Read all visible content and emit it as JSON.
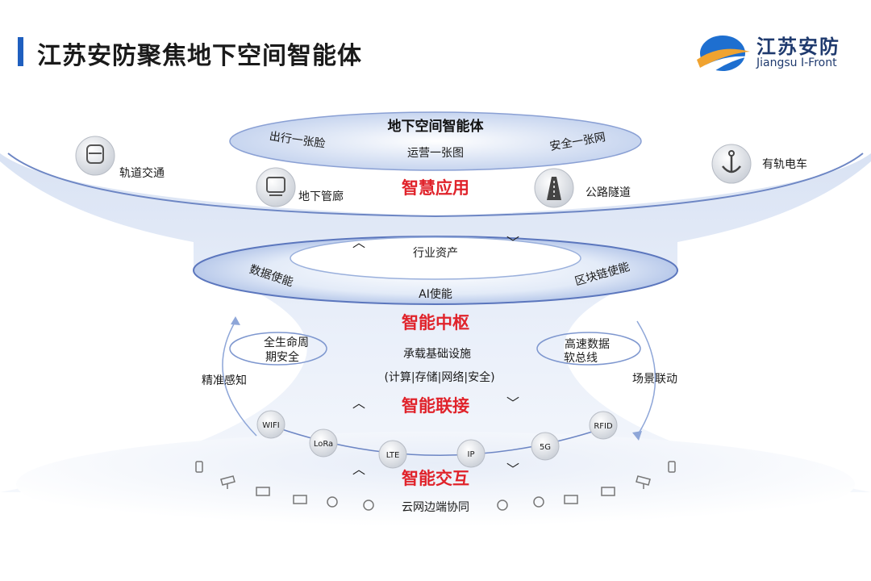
{
  "header": {
    "title": "江苏安防聚焦地下空间智能体",
    "logo_cn": "江苏安防",
    "logo_en": "Jiangsu I-Front"
  },
  "colors": {
    "accent_blue": "#1f5fbf",
    "highlight_red": "#e0232b",
    "logo_blue": "#1e6fd0",
    "logo_orange": "#f0a330"
  },
  "top_layer": {
    "title": "地下空间智能体",
    "ring_labels": [
      "出行一张脸",
      "运营一张图",
      "安全一张网"
    ],
    "section_title": "智慧应用",
    "apps": [
      {
        "label": "轨道交通",
        "icon": "metro-train-icon"
      },
      {
        "label": "地下管廊",
        "icon": "tram-icon"
      },
      {
        "label": "公路隧道",
        "icon": "road-tunnel-icon"
      },
      {
        "label": "有轨电车",
        "icon": "anchor-icon"
      }
    ]
  },
  "middle_layer": {
    "center": "行业资产",
    "left": "数据使能",
    "right": "区块链使能",
    "bottom": "AI使能",
    "section_title": "智能中枢",
    "left_ring": "全生命周期安全",
    "left_ring_line1": "全生命周",
    "left_ring_line2": "期安全",
    "right_ring_line1": "高速数据",
    "right_ring_line2": "软总线",
    "left_outer": "精准感知",
    "right_outer": "场景联动",
    "infra_line1": "承载基础设施",
    "infra_line2": "(计算|存储|网络|安全)"
  },
  "connect_layer": {
    "section_title": "智能联接",
    "protocols": [
      "WIFI",
      "LoRa",
      "LTE",
      "IP",
      "5G",
      "RFID"
    ]
  },
  "bottom_layer": {
    "section_title": "智能交互",
    "caption": "云网边端协同",
    "devices": [
      "phone-icon",
      "camera-icon",
      "monitor-icon",
      "router-icon",
      "satellite-icon",
      "sensor-icon",
      "sensor-icon",
      "satellite-icon",
      "router-icon",
      "monitor-icon",
      "camera-icon",
      "phone-icon"
    ]
  }
}
